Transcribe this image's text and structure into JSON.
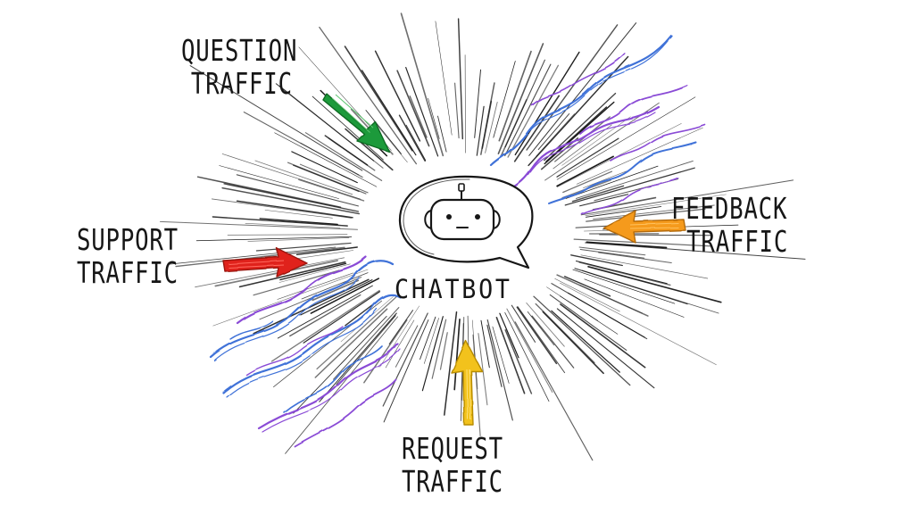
{
  "center": {
    "title": "CHATBOT",
    "icon": "robot-speech-bubble-icon"
  },
  "labels": {
    "question": [
      "QUESTION",
      "TRAFFIC"
    ],
    "support": [
      "SUPPORT",
      "TRAFFIC"
    ],
    "feedback": [
      "FEEDBACK",
      "TRAFFIC"
    ],
    "request": [
      "REQUEST",
      "TRAFFIC"
    ]
  },
  "colors": {
    "ink": "#161616",
    "question_arrow": "#1f9a3a",
    "support_arrow": "#e0231d",
    "feedback_arrow": "#f59a1a",
    "request_arrow": "#f2c21d",
    "wave_blue": "#3f72d8",
    "wave_purple": "#8a4bd6"
  }
}
